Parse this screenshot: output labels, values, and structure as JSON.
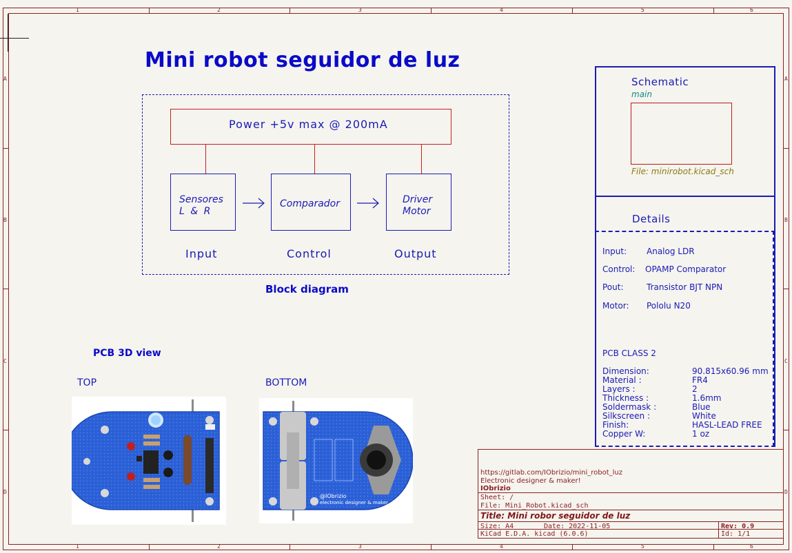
{
  "page_title": "Mini robot seguidor de luz",
  "frame": {
    "cols": [
      "1",
      "2",
      "3",
      "4",
      "5",
      "6"
    ],
    "rows": [
      "A",
      "B",
      "C",
      "D"
    ]
  },
  "block_diagram": {
    "power": "Power +5v max @ 200mA",
    "blocks": [
      {
        "line1": "Sensores",
        "line2": "L & R",
        "caption": "Input"
      },
      {
        "line1": "Comparador",
        "line2": "",
        "caption": "Control"
      },
      {
        "line1": "Driver",
        "line2": "Motor",
        "caption": "Output"
      }
    ],
    "label": "Block diagram"
  },
  "pcb": {
    "heading": "PCB 3D view",
    "top_label": "TOP",
    "bottom_label": "BOTTOM",
    "bottom_silk": [
      "@IObrizio",
      "electronic designer & maker"
    ]
  },
  "schematic": {
    "title": "Schematic",
    "sheet_name": "main",
    "file": "File: minirobot.kicad_sch"
  },
  "details": {
    "title": "Details",
    "items": [
      {
        "label": "Input:",
        "value": "Analog LDR"
      },
      {
        "label": "Control:",
        "value": "OPAMP Comparator"
      },
      {
        "label": "Pout:",
        "value": "Transistor BJT NPN"
      },
      {
        "label": "Motor:",
        "value": "Pololu N20"
      }
    ],
    "pcb_class": "PCB CLASS 2",
    "specs": [
      {
        "label": "Dimension:",
        "value": "90.815x60.96 mm"
      },
      {
        "label": "Material :",
        "value": "FR4"
      },
      {
        "label": "Layers :",
        "value": "2"
      },
      {
        "label": "Thickness :",
        "value": "1.6mm"
      },
      {
        "label": "Soldermask :",
        "value": "Blue"
      },
      {
        "label": "Silkscreen :",
        "value": "White"
      },
      {
        "label": "Finish:",
        "value": "HASL-LEAD FREE"
      },
      {
        "label": "Copper W:",
        "value": "1 oz"
      }
    ]
  },
  "title_block": {
    "url": "https://gitlab.com/IObrizio/mini_robot_luz",
    "author_desc": "Electronic designer & maker!",
    "author": "IObrizio",
    "sheet": "Sheet: /",
    "file": "File: Mini_Robot.kicad_sch",
    "title": "Title: Mini robor seguidor de luz",
    "size": "Size: A4",
    "date": "Date: 2022-11-05",
    "rev": "Rev: 0.9",
    "kicad": "KiCad E.D.A.  kicad (6.0.6)",
    "id": "Id: 1/1"
  },
  "colors": {
    "frame": "#8a2020",
    "accent": "#0a0ac8",
    "power_box": "#c81e1e",
    "pcb_blue": "#2b5fd6",
    "sheet_box": "#c01818"
  }
}
